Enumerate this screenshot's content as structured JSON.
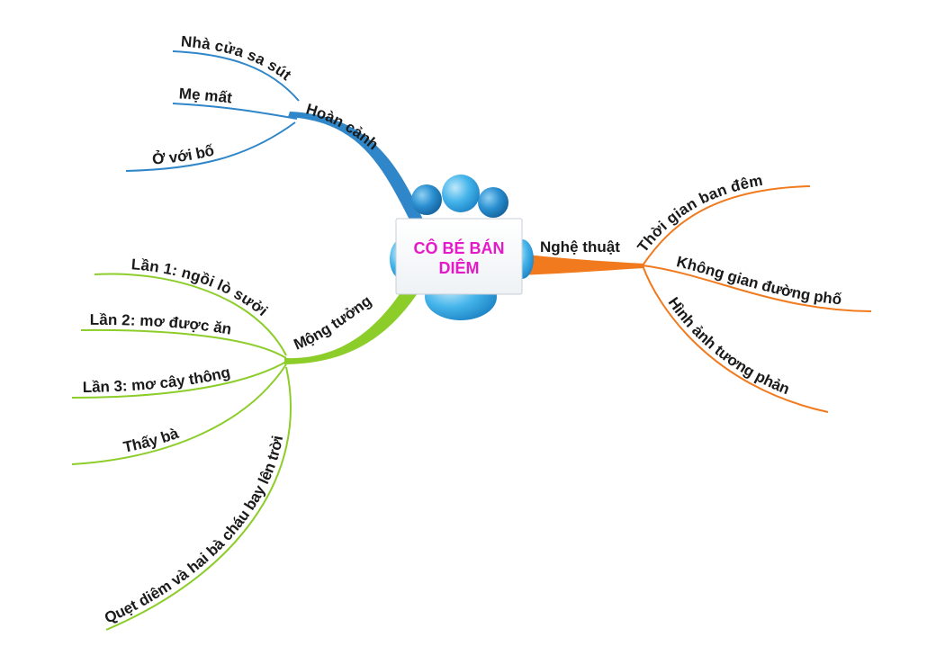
{
  "center": {
    "title_line1": "CÔ BÉ BÁN",
    "title_line2": "DIÊM",
    "title_color": "#e619c9",
    "icon": "people-group-icon"
  },
  "branches": [
    {
      "label": "Hoàn cảnh",
      "color": "#2f86c8",
      "children": [
        "Nhà cửa sa sút",
        "Mẹ mất",
        "Ở với bố"
      ]
    },
    {
      "label": "Mộng tưởng",
      "color": "#8ccd2a",
      "children": [
        "Lần 1: ngồi lò sưởi",
        "Lần 2: mơ được ăn",
        "Lần 3: mơ cây thông",
        "Thấy bà",
        "Quẹt diêm và hai bà cháu bay lên trời"
      ]
    },
    {
      "label": "Nghệ thuật",
      "color": "#f07a1d",
      "children": [
        "Thời gian ban đêm",
        "Không gian đường phố",
        "Hình ảnh tương phản"
      ]
    }
  ]
}
